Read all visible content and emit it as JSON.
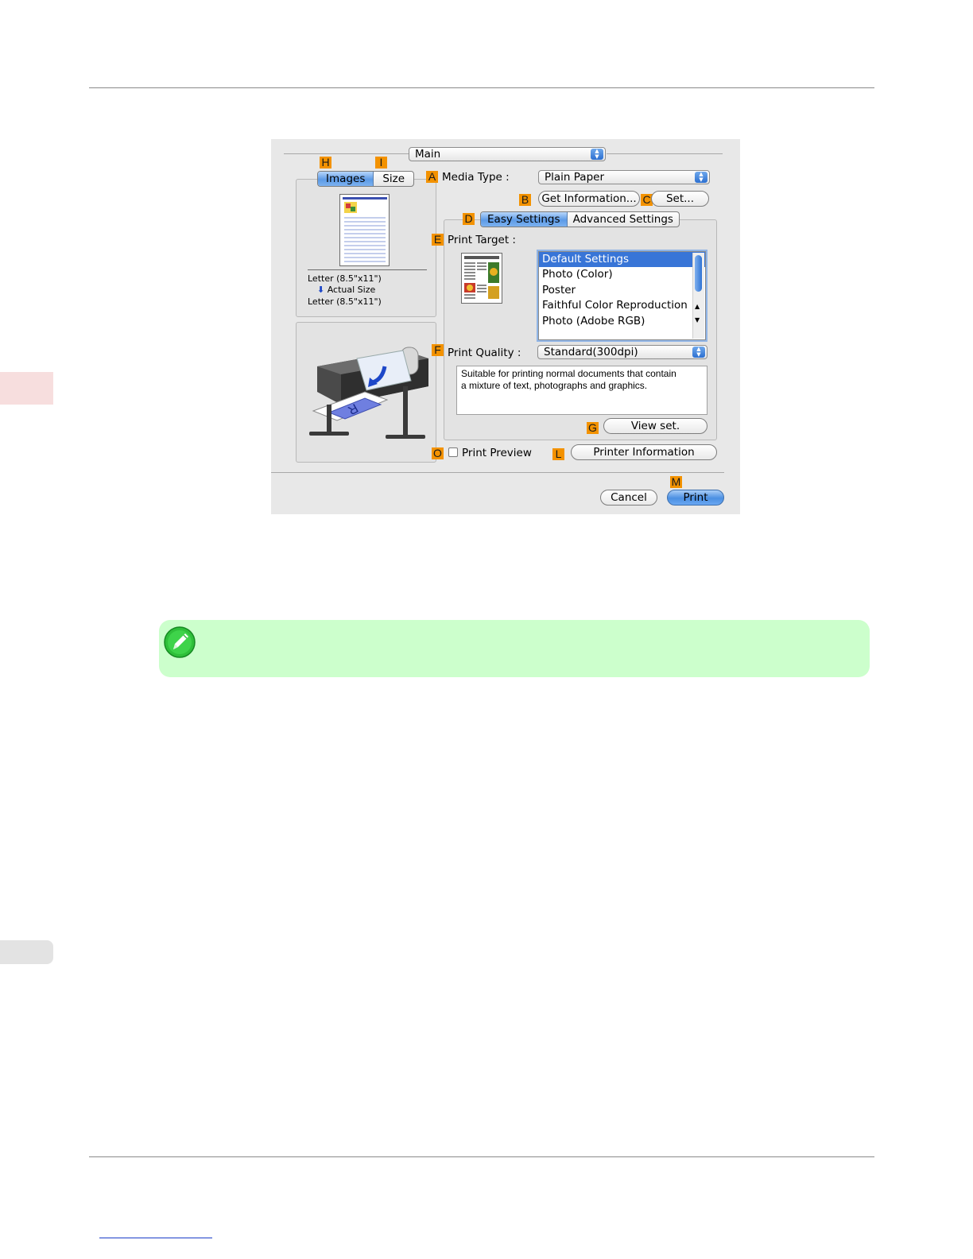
{
  "dialog": {
    "main_popup": "Main",
    "labels": {
      "A": "A",
      "B": "B",
      "C": "C",
      "D": "D",
      "E": "E",
      "F": "F",
      "G": "G",
      "H": "H",
      "I": "I",
      "L": "L",
      "M": "M",
      "O": "O"
    },
    "preview_tabs": {
      "images": "Images",
      "size": "Size"
    },
    "page_size_top": "Letter (8.5\"x11\")",
    "actual_size": "Actual Size",
    "page_size_bottom": "Letter (8.5\"x11\")",
    "media_type_label": "Media Type :",
    "media_type_value": "Plain Paper",
    "get_information_button": "Get Information...",
    "set_button": "Set...",
    "settings_tabs": {
      "easy": "Easy Settings",
      "advanced": "Advanced Settings"
    },
    "print_target_label": "Print Target :",
    "print_targets": [
      "Default Settings",
      "Photo (Color)",
      "Poster",
      "Faithful Color Reproduction",
      "Photo (Adobe RGB)"
    ],
    "selected_target_index": 0,
    "print_quality_label": "Print Quality :",
    "print_quality_value": "Standard(300dpi)",
    "description_line1": "Suitable for printing normal documents that contain",
    "description_line2": "a mixture of text, photographs and graphics.",
    "view_set_button": "View set.",
    "print_preview_label": "Print Preview",
    "print_preview_checked": false,
    "printer_information_button": "Printer Information",
    "cancel_button": "Cancel",
    "print_button": "Print"
  },
  "colors": {
    "badge": "#f39200",
    "note_background": "#ccffcc",
    "selection": "#3875d7"
  },
  "icons": {
    "note": "pencil-icon"
  }
}
